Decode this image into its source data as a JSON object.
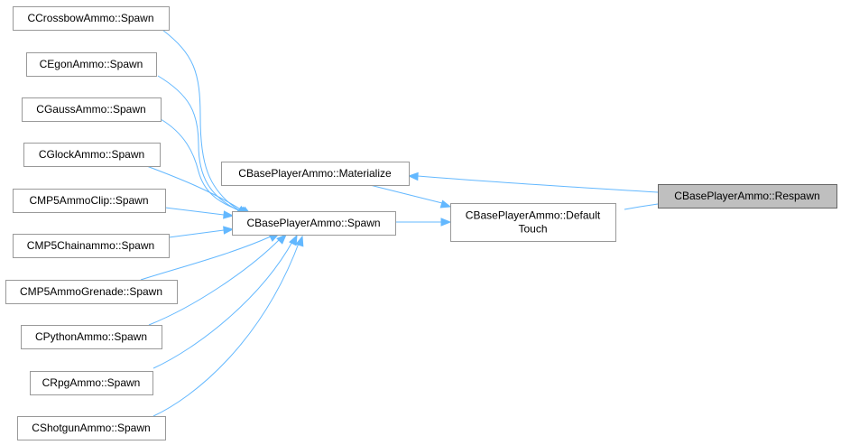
{
  "nodes": [
    {
      "id": "crossbow",
      "lines": [
        "CCrossbowAmmo::Spawn"
      ]
    },
    {
      "id": "egon",
      "lines": [
        "CEgonAmmo::Spawn"
      ]
    },
    {
      "id": "gauss",
      "lines": [
        "CGaussAmmo::Spawn"
      ]
    },
    {
      "id": "glock",
      "lines": [
        "CGlockAmmo::Spawn"
      ]
    },
    {
      "id": "mp5clip",
      "lines": [
        "CMP5AmmoClip::Spawn"
      ]
    },
    {
      "id": "mp5chain",
      "lines": [
        "CMP5Chainammo::Spawn"
      ]
    },
    {
      "id": "mp5grenade",
      "lines": [
        "CMP5AmmoGrenade::Spawn"
      ]
    },
    {
      "id": "python",
      "lines": [
        "CPythonAmmo::Spawn"
      ]
    },
    {
      "id": "rpg",
      "lines": [
        "CRpgAmmo::Spawn"
      ]
    },
    {
      "id": "shotgun",
      "lines": [
        "CShotgunAmmo::Spawn"
      ]
    },
    {
      "id": "materialize",
      "lines": [
        "CBasePlayerAmmo::Materialize"
      ]
    },
    {
      "id": "spawn",
      "lines": [
        "CBasePlayerAmmo::Spawn"
      ]
    },
    {
      "id": "defaulttouch",
      "lines": [
        "CBasePlayerAmmo::Default",
        "Touch"
      ]
    },
    {
      "id": "respawn",
      "lines": [
        "CBasePlayerAmmo::Respawn"
      ],
      "highlight": true
    }
  ],
  "edges": [
    {
      "from": "respawn",
      "to": "materialize"
    },
    {
      "from": "respawn",
      "to": "defaulttouch"
    },
    {
      "from": "materialize",
      "to": "defaulttouch"
    },
    {
      "from": "spawn",
      "to": "defaulttouch"
    },
    {
      "from": "crossbow",
      "to": "spawn"
    },
    {
      "from": "egon",
      "to": "spawn"
    },
    {
      "from": "gauss",
      "to": "spawn"
    },
    {
      "from": "glock",
      "to": "spawn"
    },
    {
      "from": "mp5clip",
      "to": "spawn"
    },
    {
      "from": "mp5chain",
      "to": "spawn"
    },
    {
      "from": "mp5grenade",
      "to": "spawn"
    },
    {
      "from": "python",
      "to": "spawn"
    },
    {
      "from": "rpg",
      "to": "spawn"
    },
    {
      "from": "shotgun",
      "to": "spawn"
    }
  ],
  "colors": {
    "edge": "#63b8ff",
    "node_border": "#999999",
    "highlight_fill": "#bfbfbf"
  }
}
